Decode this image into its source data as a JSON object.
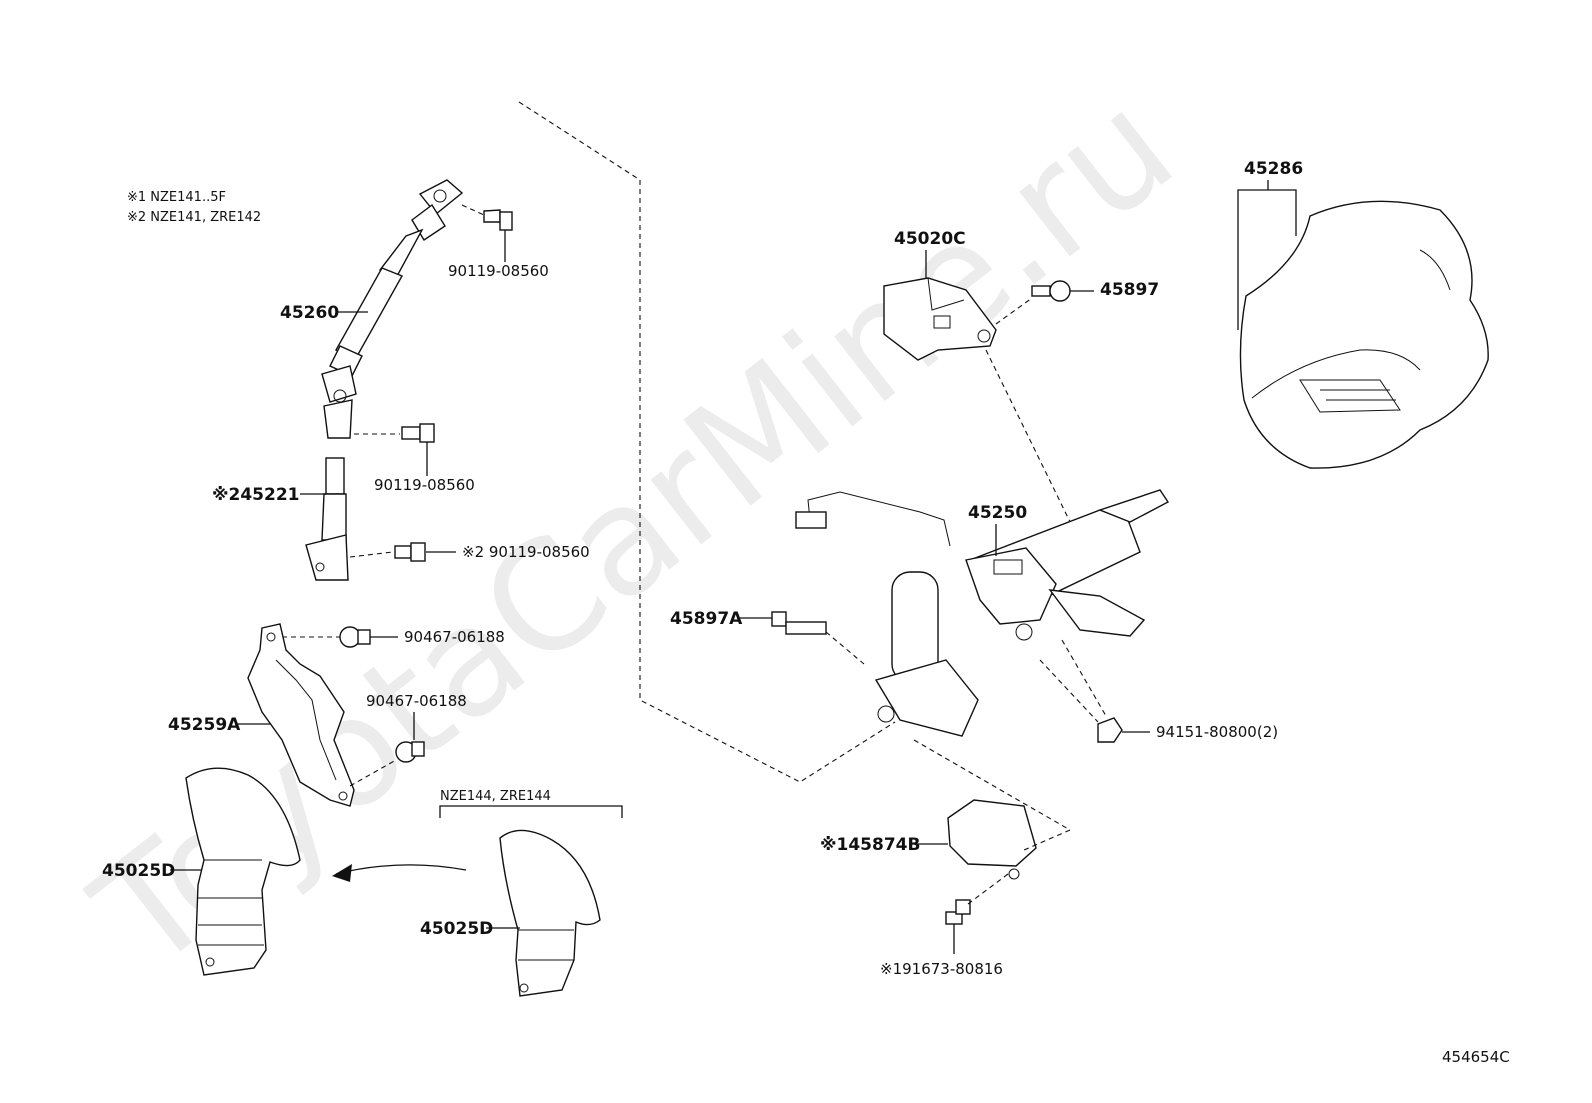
{
  "watermark": "ToyotaCarMine.ru",
  "diagram_id": "454654C",
  "notes": {
    "note1": "※1 NZE141..5F",
    "note2": "※2 NZE141, ZRE142"
  },
  "variant_label": "NZE144, ZRE144",
  "labels": {
    "p45260": "45260",
    "p90119_a": "90119-08560",
    "p90119_b": "90119-08560",
    "p45221": "※245221",
    "p90119_c": "※2 90119-08560",
    "p90467_a": "90467-06188",
    "p90467_b": "90467-06188",
    "p45259A": "45259A",
    "p45025D_a": "45025D",
    "p45025D_b": "45025D",
    "p45020C": "45020C",
    "p45897": "45897",
    "p45286": "45286",
    "p45250": "45250",
    "p45897A": "45897A",
    "p94151": "94151-80800(2)",
    "p45874B": "※145874B",
    "p91673": "※191673-80816"
  }
}
